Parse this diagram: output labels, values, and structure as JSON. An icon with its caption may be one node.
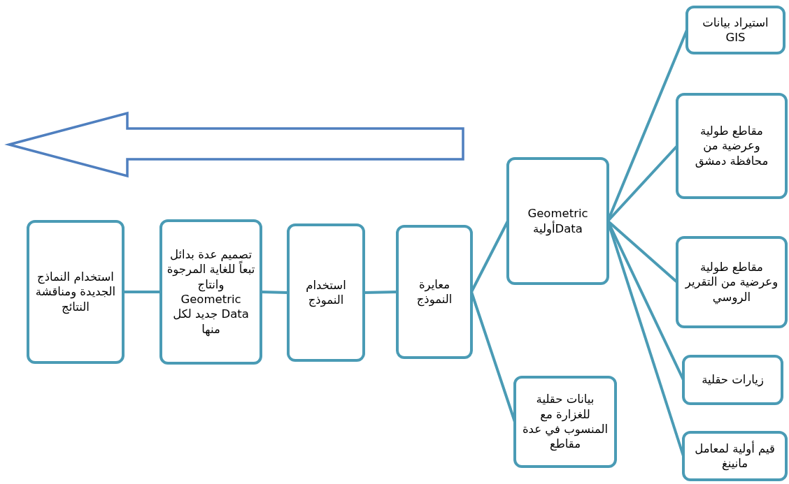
{
  "diagram": {
    "nodes": [
      {
        "text": [
          "استيراد بيانات GIS"
        ]
      },
      {
        "text": [
          "مقاطع طولية وعرضية من محافظة دمشق"
        ]
      },
      {
        "text": [
          "مقاطع طولية وعرضية من التقرير الروسي"
        ]
      },
      {
        "text": [
          "زيارات حقلية"
        ]
      },
      {
        "text": [
          "قيم أولية لمعامل مانينغ"
        ]
      },
      {
        "text": [
          "Geometric Dataأولية"
        ]
      },
      {
        "text": [
          "بيانات حقلية للغزارة مع المنسوب في عدة مقاطع"
        ]
      },
      {
        "text": [
          "معايرة النموذج"
        ]
      },
      {
        "text": [
          "استخدام النموذج"
        ]
      },
      {
        "text": [
          "تصميم عدة بدائل تبعاً للغاية المرجوة وانتاج Geometric Data جديد لكل منها"
        ]
      },
      {
        "text": [
          "استخدام النماذج الجديدة ومناقشة النتائج"
        ]
      }
    ],
    "edges": [
      {
        "from": 0,
        "to": 5,
        "arrow": "none"
      },
      {
        "from": 1,
        "to": 5,
        "arrow": "none"
      },
      {
        "from": 2,
        "to": 5,
        "arrow": "none"
      },
      {
        "from": 3,
        "to": 5,
        "arrow": "none"
      },
      {
        "from": 4,
        "to": 5,
        "arrow": "none"
      },
      {
        "from": 5,
        "to": 7,
        "arrow": "none"
      },
      {
        "from": 6,
        "to": 7,
        "arrow": "none"
      },
      {
        "from": 7,
        "to": 8,
        "arrow": "none"
      },
      {
        "from": 8,
        "to": 9,
        "arrow": "none"
      },
      {
        "from": 9,
        "to": 10,
        "arrow": "none"
      }
    ]
  }
}
